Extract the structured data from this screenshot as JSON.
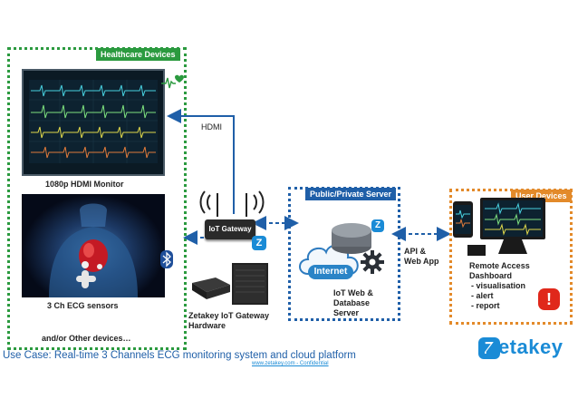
{
  "groups": {
    "healthcare_label": "Healthcare Devices",
    "server_label": "Public/Private Server",
    "user_label": "User Devices"
  },
  "labels": {
    "monitor": "1080p HDMI Monitor",
    "ecg": "3 Ch ECG sensors",
    "other": "and/or Other devices…",
    "hdmi": "HDMI",
    "gateway_device": "IoT Gateway",
    "gateway_hw": "Zetakey IoT Gateway\nHardware",
    "internet": "Internet",
    "iot_server": "IoT Web &\nDatabase\nServer",
    "api": "API &\nWeb App",
    "remote_title": "Remote Access\nDashboard",
    "remote_items": [
      "visualisation",
      "alert",
      "report"
    ],
    "alert_symbol": "!",
    "zetakey_logo": "Zetakey",
    "footer_use_case": "Use Case: Real-time 3 Channels ECG monitoring system and cloud platform",
    "footer_credit": "www.zetakey.com - Confidential"
  },
  "colors": {
    "green_dotted": "#2b9a3f",
    "blue_dotted": "#1f5fa8",
    "orange_dotted": "#e38a2a",
    "brand_blue": "#1a8bd6",
    "alert_red": "#e0281b"
  },
  "icons": [
    "heart-pulse-icon",
    "bluetooth-icon",
    "wifi-icon",
    "gear-icon",
    "cloud-icon",
    "database-icon",
    "zetakey-badge-icon",
    "alert-icon"
  ]
}
